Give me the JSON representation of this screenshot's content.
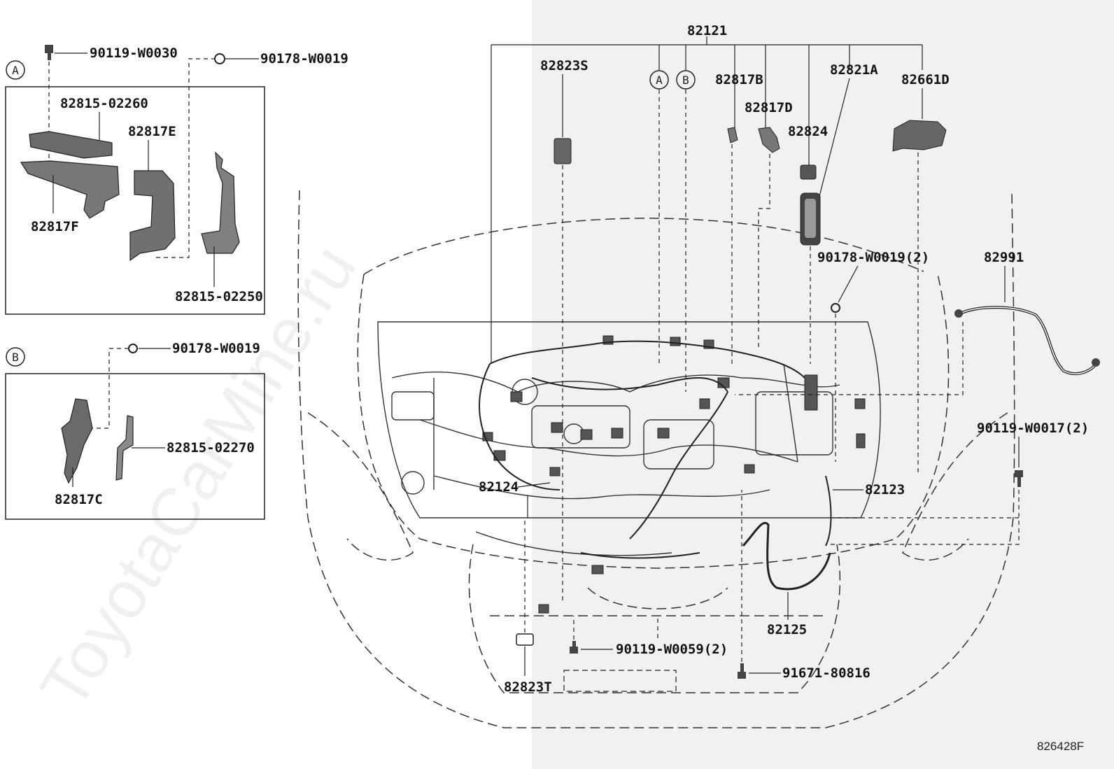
{
  "watermark": "ToyotaCarMine.ru",
  "catalog_code": "826428F",
  "callouts": {
    "a": "A",
    "b": "B"
  },
  "parts": {
    "p82121": "82121",
    "p82823S": "82823S",
    "p82817B": "82817B",
    "p82817D": "82817D",
    "p82821A": "82821A",
    "p82824": "82824",
    "p82661D": "82661D",
    "p90178_W0019_2": "90178-W0019(2)",
    "p82991": "82991",
    "p90119_W0017_2": "90119-W0017(2)",
    "p82124": "82124",
    "p82123": "82123",
    "p82125": "82125",
    "p90119_W0059_2": "90119-W0059(2)",
    "p91671_80816": "91671-80816",
    "p82823T": "82823T"
  },
  "detail_a": {
    "callout": "A",
    "parts": {
      "p90119_W0030": "90119-W0030",
      "p90178_W0019": "90178-W0019",
      "p82815_02260": "82815-02260",
      "p82817E": "82817E",
      "p82817F": "82817F",
      "p82815_02250": "82815-02250"
    }
  },
  "detail_b": {
    "callout": "B",
    "parts": {
      "p90178_W0019": "90178-W0019",
      "p82815_02270": "82815-02270",
      "p82817C": "82817C"
    }
  }
}
